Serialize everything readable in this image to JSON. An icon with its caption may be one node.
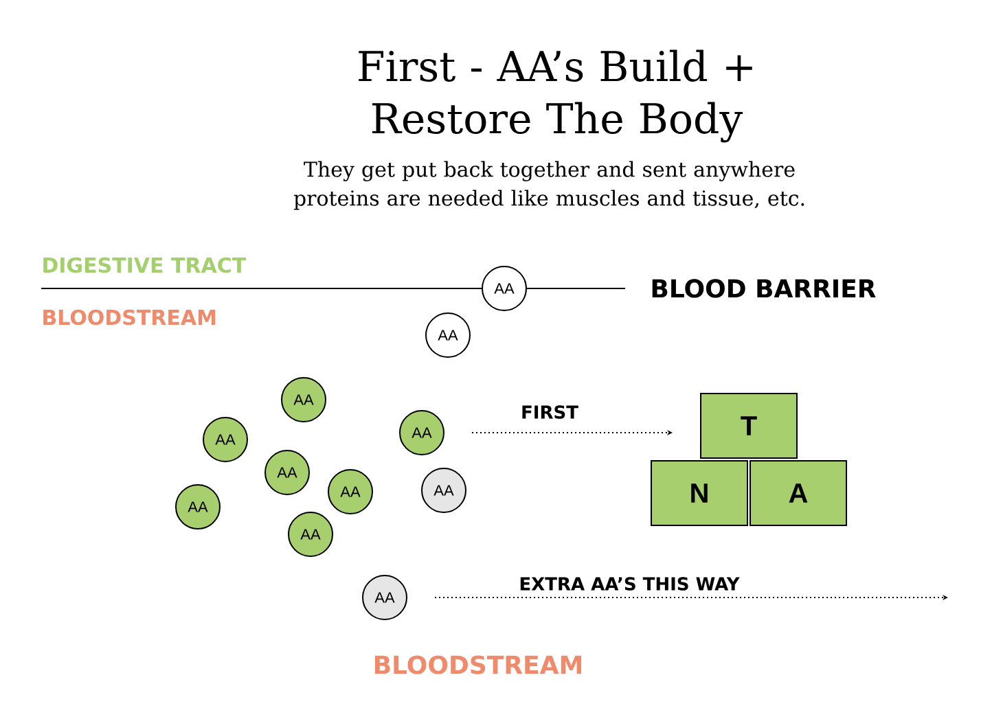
{
  "diagram": {
    "title": "First - AA’s Build + Restore The Body",
    "nodes": [
      {
        "text": [
          "AA"
        ]
      },
      {
        "text": [
          "AA"
        ]
      },
      {
        "text": [
          "AA"
        ]
      },
      {
        "text": [
          "AA"
        ]
      },
      {
        "text": [
          "AA"
        ]
      },
      {
        "text": [
          "AA"
        ]
      },
      {
        "text": [
          "AA"
        ]
      },
      {
        "text": [
          "AA"
        ]
      },
      {
        "text": [
          "AA"
        ]
      },
      {
        "text": [
          "AA"
        ]
      },
      {
        "text": [
          "AA"
        ]
      },
      {
        "text": [
          "T"
        ]
      },
      {
        "text": [
          "N"
        ]
      },
      {
        "text": [
          "A"
        ]
      }
    ],
    "edges": [
      {
        "from": 4,
        "to": 11,
        "arrow": "to",
        "label": "FIRST"
      },
      {
        "from": 10,
        "to": null,
        "arrow": "to",
        "label": "EXTRA AA’S THIS WAY"
      }
    ],
    "labels": [
      "They get put back together and sent anywhere proteins are needed like muscles and tissue, etc.",
      "DIGESTIVE TRACT",
      "BLOOD BARRIER",
      "BLOODSTREAM",
      "BLOODSTREAM"
    ]
  }
}
